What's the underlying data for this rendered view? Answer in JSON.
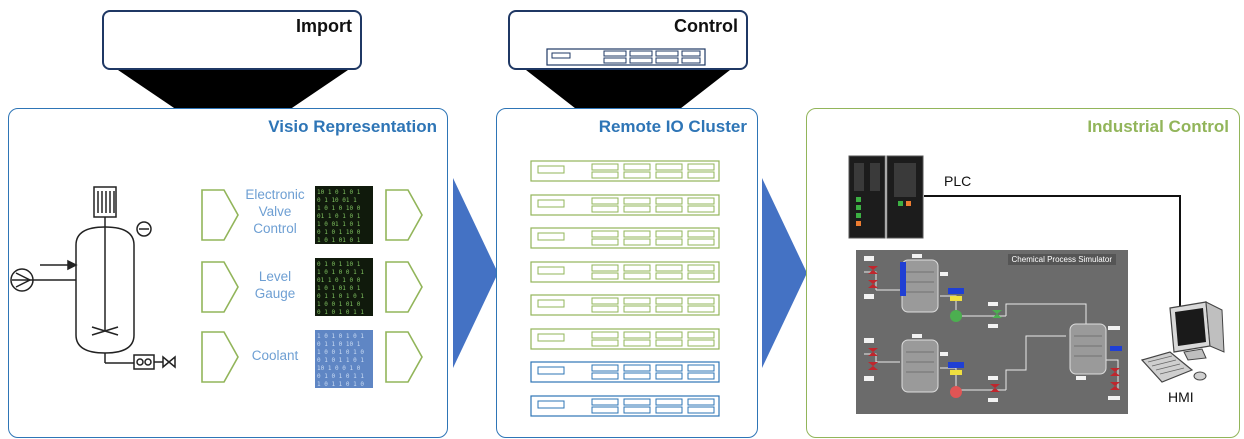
{
  "header": {
    "import_label": "Import",
    "control_label": "Control"
  },
  "panels": {
    "visio_title": "Visio Representation",
    "remote_io_title": "Remote IO Cluster",
    "industrial_title": "Industrial Control"
  },
  "visio": {
    "signals": [
      {
        "label": "Electronic Valve Control",
        "color": "green"
      },
      {
        "label": "Level Gauge",
        "color": "green"
      },
      {
        "label": "Coolant",
        "color": "blue"
      }
    ]
  },
  "remote_io": {
    "rack_count": 8,
    "rack_colors": [
      "green",
      "green",
      "green",
      "green",
      "green",
      "green",
      "blue",
      "blue"
    ]
  },
  "industrial": {
    "plc_label": "PLC",
    "hmi_label": "HMI",
    "simulator_title": "Chemical Process Simulator"
  },
  "colors": {
    "blue_accent": "#2e75b6",
    "green_accent": "#92b55a",
    "arrow_blue": "#4472c4",
    "navy_border": "#1f3864"
  }
}
